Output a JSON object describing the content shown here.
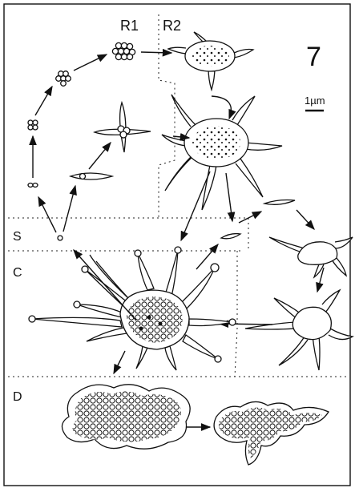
{
  "figure": {
    "number": "7",
    "scale_bar": "1µm",
    "region_labels": {
      "r1": "R1",
      "r2": "R2"
    },
    "stage_labels": {
      "s": "S",
      "c": "C",
      "d": "D"
    }
  }
}
